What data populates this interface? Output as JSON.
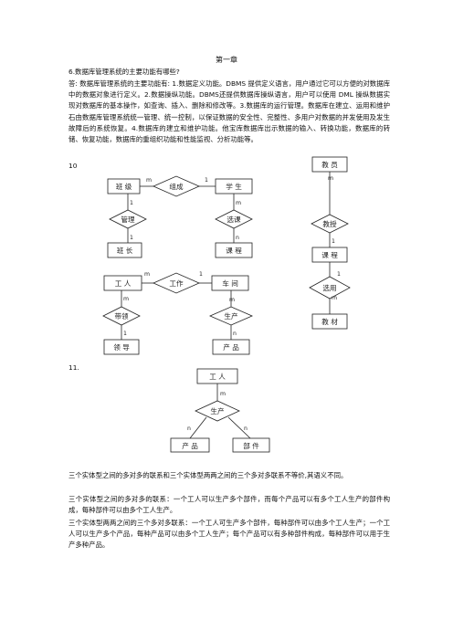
{
  "page": {
    "title": "第一章",
    "q6_heading": "6.数据库管理系统的主要功能有哪些?",
    "q6_answer": "答: 数据库管理系统的主要功能有: 1.数据定义功能。DBMS 提供定义语言，用户通过它可以方便的对数据库中的数据对象进行定义。2.数据操纵功能。DBMS还提供数据库操纵语言，用户可以使用 DML 操纵数据实现对数据库的基本操作，如查询、插入、删除和修改等。3.数据库的运行管理。数据库在建立、运用和维护石由数据库管理系统统一管理、统一控制，以保证数据的安全性、完整性、多用户对数据的并发使用及发生故障后的系统恢复。4.数据库的建立和维护功能。他宝库数据库出示数据的输入、转换功能，数据库的转储、恢复功能，数据库的重组织功能和性能监视、分析功能等。",
    "q10_label": "10",
    "q11_label": "11.",
    "text1": "三个实体型之间的多对多的联系和三个实体型两两之间的三个多对多联系不等价,其语义不同。",
    "text2": "三个实体型之间的多对多的联系：一个工人可以生产多个部件，而每个产品可以有多个工人生产的部件构成，每种部件可以由多个工人生产。",
    "text3": "三个实体型两两之间的三个多对多联系：一个工人可生产多个部件，每种部件可以由多个工人生产；一个工人可以生产多个产品，每种产品可以由多个工人生产；每个产品可以有多种部件构成，每种部件可以用于生产多种产品。"
  },
  "diagram10": {
    "entities": {
      "banji": "班 级",
      "xuesheng": "学 生",
      "banzhang": "班 长",
      "kecheng": "课 程",
      "jiaoyuan": "教 员",
      "kecheng2": "课 程",
      "jiaocai": "教 材",
      "gongren": "工 人",
      "chejian": "车 间",
      "lingdao": "领 导",
      "chanpin": "产 品"
    },
    "relations": {
      "zucheng": "组成",
      "guanli": "管理",
      "xuanke": "选课",
      "jiaoshou": "教授",
      "xuanyong": "选用",
      "gongzuo": "工作",
      "dailing": "带领",
      "shengchan": "生产"
    },
    "card": {
      "m": "m",
      "n": "n",
      "one": "1"
    }
  },
  "diagram11": {
    "entities": {
      "gongren": "工 人",
      "chanpin": "产 品",
      "bujian": "部 件"
    },
    "relation": "生产",
    "card": {
      "m": "m",
      "n": "n"
    }
  }
}
